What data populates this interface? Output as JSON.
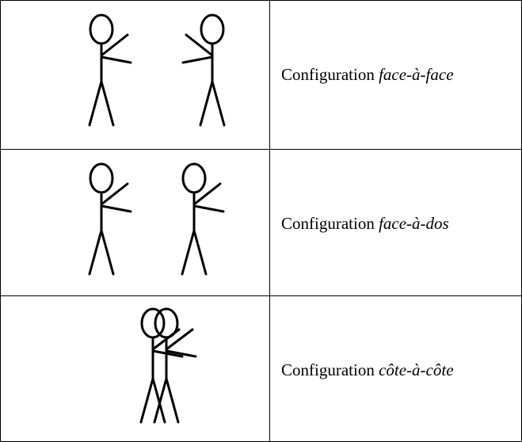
{
  "rows": [
    {
      "label_prefix": "Configuration ",
      "label_italic": "face-à-face",
      "figure_icon": "two-stick-figures-facing-each-other"
    },
    {
      "label_prefix": "Configuration ",
      "label_italic": "face-à-dos",
      "figure_icon": "two-stick-figures-facing-same-direction"
    },
    {
      "label_prefix": "Configuration ",
      "label_italic": "côte-à-côte",
      "figure_icon": "two-stick-figures-side-by-side"
    }
  ],
  "colors": {
    "line": "#000000",
    "background": "#ffffff"
  }
}
